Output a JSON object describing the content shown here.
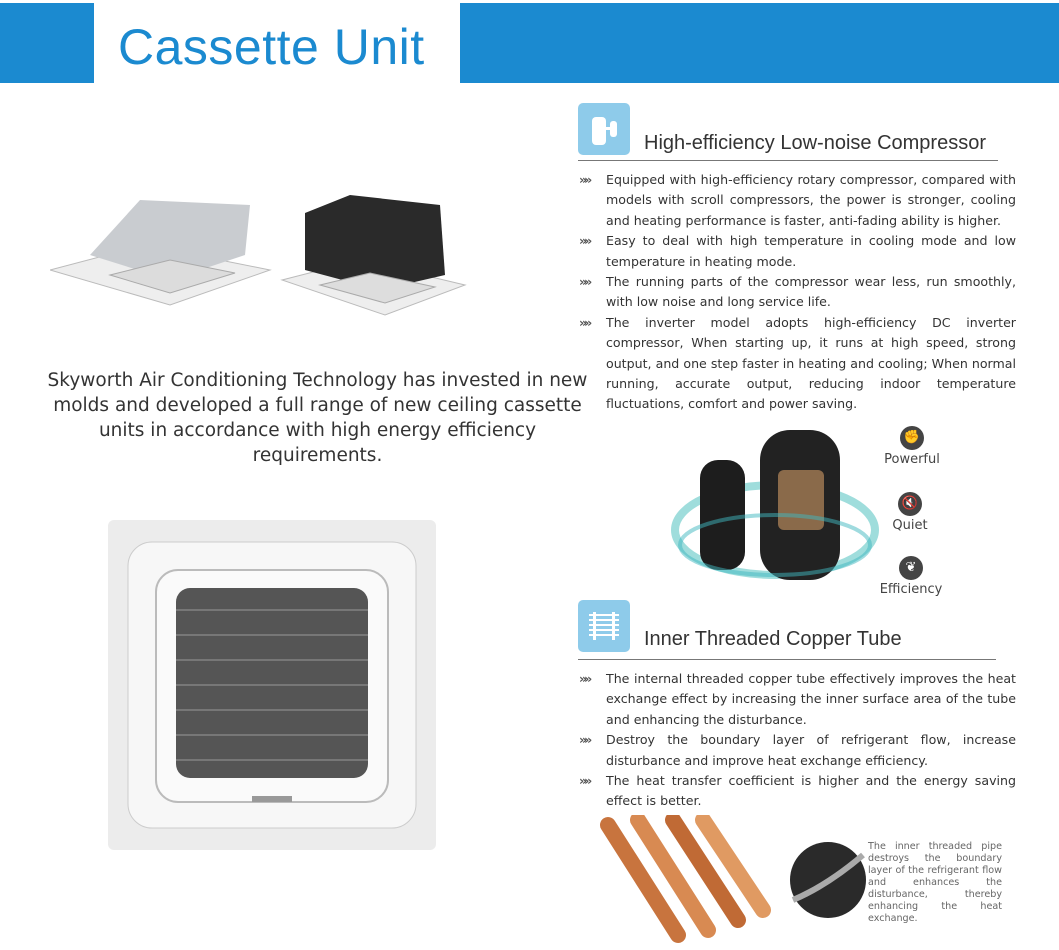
{
  "header": {
    "title": "Cassette Unit",
    "brand_color": "#1b8ad0"
  },
  "intro": "Skyworth Air Conditioning Technology has invested in new molds and developed a full range of new ceiling cassette units in accordance with high energy efficiency requirements.",
  "compressor": {
    "icon": "compressor-icon",
    "title": "High-efficiency Low-noise Compressor",
    "bullets": [
      "Equipped with high-efficiency rotary compressor, compared with models with scroll compressors, the power is stronger, cooling and heating performance is faster, anti-fading ability is higher.",
      "Easy to deal with high temperature in cooling mode and low temperature in heating mode.",
      "The running parts of the compressor wear less, run smoothly, with low noise and long service life.",
      "The inverter model adopts high-efficiency DC inverter compressor, When starting up, it runs at high speed, strong output, and one step faster in heating and cooling; When normal running, accurate output, reducing indoor temperature fluctuations, comfort and power saving."
    ],
    "features": [
      {
        "label": "Powerful",
        "icon": "arm-icon"
      },
      {
        "label": "Quiet",
        "icon": "mute-icon"
      },
      {
        "label": "Efficiency",
        "icon": "leaf-icon"
      }
    ]
  },
  "copper": {
    "icon": "tube-icon",
    "title": "Inner Threaded Copper Tube",
    "bullets": [
      "The internal threaded copper tube effectively improves the heat exchange effect by increasing the inner surface area of the tube and enhancing the disturbance.",
      "Destroy the boundary layer of refrigerant flow, increase disturbance and improve heat exchange efficiency.",
      "The heat transfer coefficient is higher and the energy saving effect is better."
    ],
    "note": "The inner threaded pipe destroys the boundary layer of the refrigerant flow and enhances the disturbance, thereby enhancing the heat exchange."
  },
  "bullet_marker": "»»"
}
